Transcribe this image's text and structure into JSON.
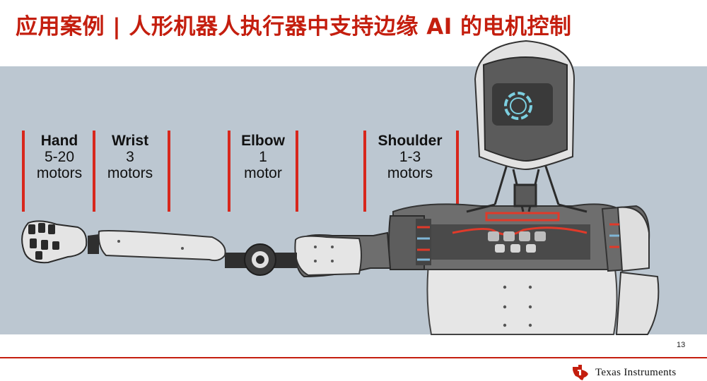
{
  "slide": {
    "title": "应用案例 | 人形机器人执行器中支持边缘 AI 的电机控制",
    "page_number": "13"
  },
  "joints": [
    {
      "name": "Hand",
      "count": "5-20",
      "unit": "motors"
    },
    {
      "name": "Wrist",
      "count": "3",
      "unit": "motors"
    },
    {
      "name": "Elbow",
      "count": "1",
      "unit": "motor"
    },
    {
      "name": "Shoulder",
      "count": "1-3",
      "unit": "motors"
    }
  ],
  "logo": {
    "line1": "Texas",
    "line2": "Instruments",
    "icon": "texas-state-icon"
  },
  "colors": {
    "accent": "#c41e0e",
    "panel": "#bcc7d1",
    "dark": "#3b3b3b"
  }
}
